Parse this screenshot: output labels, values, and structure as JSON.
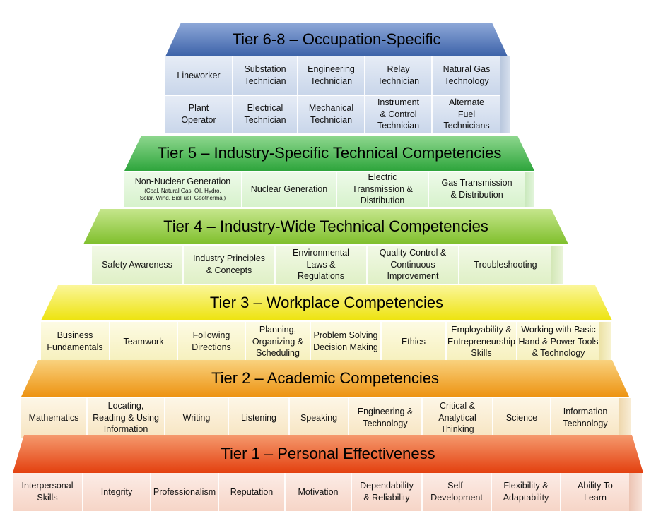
{
  "colors": {
    "tier6": "#4a73b8",
    "tier5": "#3bb24a",
    "tier4": "#8cc63e",
    "tier3": "#f2ea10",
    "tier2": "#f2a11a",
    "tier1": "#ea4a17"
  },
  "tiers": [
    {
      "title": "Tier 6-8 – Occupation-Specific",
      "cells": [
        "Lineworker",
        "Substation\nTechnician",
        "Engineering\nTechnician",
        "Relay\nTechnician",
        "Natural Gas\nTechnology",
        "Plant\nOperator",
        "Electrical\nTechnician",
        "Mechanical\nTechnician",
        "Instrument\n& Control\nTechnician",
        "Alternate\nFuel\nTechnicians"
      ]
    },
    {
      "title": "Tier 5 – Industry-Specific Technical Competencies",
      "cells": [
        "Non-Nuclear Generation",
        "Nuclear Generation",
        "Electric\nTransmission &\nDistribution",
        "Gas Transmission\n& Distribution"
      ],
      "cell_note": "(Coal, Natural Gas, Oil, Hydro,\nSolar, Wind, BioFuel, Geothermal)"
    },
    {
      "title": "Tier 4 – Industry-Wide Technical Competencies",
      "cells": [
        "Safety Awareness",
        "Industry Principles\n& Concepts",
        "Environmental\nLaws &\nRegulations",
        "Quality Control &\nContinuous\nImprovement",
        "Troubleshooting"
      ]
    },
    {
      "title": "Tier 3 – Workplace Competencies",
      "cells": [
        "Business\nFundamentals",
        "Teamwork",
        "Following\nDirections",
        "Planning,\nOrganizing &\nScheduling",
        "Problem Solving\nDecision Making",
        "Ethics",
        "Employability &\nEntrepreneurship\nSkills",
        "Working with Basic\nHand & Power Tools\n& Technology"
      ]
    },
    {
      "title": "Tier 2 – Academic Competencies",
      "cells": [
        "Mathematics",
        "Locating,\nReading & Using\nInformation",
        "Writing",
        "Listening",
        "Speaking",
        "Engineering &\nTechnology",
        "Critical &\nAnalytical\nThinking",
        "Science",
        "Information\nTechnology"
      ]
    },
    {
      "title": "Tier 1 – Personal Effectiveness",
      "cells": [
        "Interpersonal\nSkills",
        "Integrity",
        "Professionalism",
        "Reputation",
        "Motivation",
        "Dependability\n& Reliability",
        "Self-\nDevelopment",
        "Flexibility &\nAdaptability",
        "Ability To\nLearn"
      ]
    }
  ]
}
